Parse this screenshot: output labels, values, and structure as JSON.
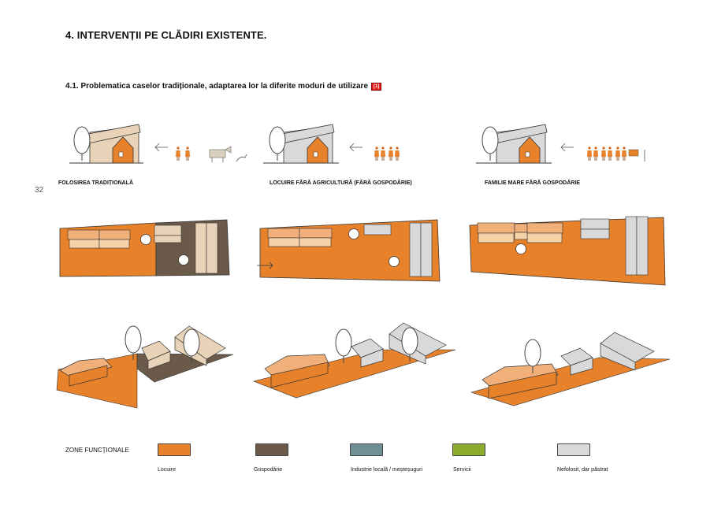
{
  "heading": "4. INTERVENȚII PE CLĂDIRI EXISTENTE.",
  "subheading": "4.1. Problematica caselor tradiționale,  adaptarea lor la diferite moduri de utilizare",
  "badge": "[1]",
  "page_number": "32",
  "columns": [
    {
      "title": "FOLOSIREA TRADIȚIONALĂ"
    },
    {
      "title": "LOCUIRE FĂRĂ AGRICULTURĂ (FĂRĂ GOSPODĂRIE)"
    },
    {
      "title": "FAMILIE MARE FĂRĂ GOSPODĂRIE"
    }
  ],
  "legend": {
    "title": "ZONE FUNCȚIONALE",
    "items": [
      {
        "label": "Locuire",
        "color": "#e8822a"
      },
      {
        "label": "Gospodărie",
        "color": "#6b5a4a"
      },
      {
        "label": "Industrie locală / meșteșuguri",
        "color": "#6e8f96"
      },
      {
        "label": "Servicii",
        "color": "#8aab2e"
      },
      {
        "label": "Nefolosit, dar păstrat",
        "color": "#d9d9d9"
      }
    ]
  }
}
